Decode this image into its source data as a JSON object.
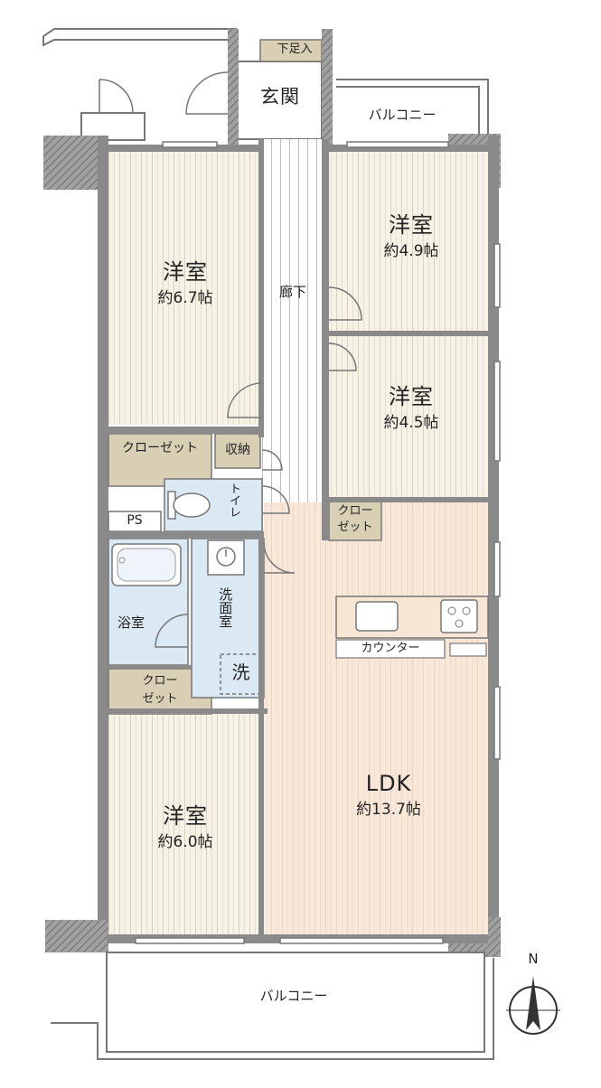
{
  "rooms": {
    "western_67": {
      "name": "洋室",
      "area": "約6.7帖"
    },
    "western_49": {
      "name": "洋室",
      "area": "約4.9帖"
    },
    "western_45": {
      "name": "洋室",
      "area": "約4.5帖"
    },
    "western_60": {
      "name": "洋室",
      "area": "約6.0帖"
    },
    "ldk": {
      "name": "LDK",
      "area": "約13.7帖"
    }
  },
  "labels": {
    "entrance": "玄関",
    "shoe_box": "下足入",
    "balcony_top": "バルコニー",
    "balcony_bottom": "バルコニー",
    "hallway": "廊下",
    "closet_main": "クローゼット",
    "storage": "収納",
    "toilet": "トイレ",
    "ps": "PS",
    "closet_small_1": "クロー",
    "closet_small_2": "ゼット",
    "bath": "浴室",
    "washroom": "洗面室",
    "laundry": "洗",
    "closet_lower_1": "クロー",
    "closet_lower_2": "ゼット",
    "counter": "カウンター",
    "north": "N"
  },
  "colors": {
    "wall": "#8a8a8a",
    "wall_hatch": "#6f6f6f",
    "wood_floor": "#f6f3e6",
    "wood_line": "#d8d3c0",
    "ldk_floor": "#f9e8d9",
    "ldk_line": "#ead5c2",
    "closet": "#d9cfb4",
    "wet_area": "#dbe9f4",
    "kitchen_counter": "#f7e6d4",
    "hallway_line": "#bdbdbd"
  }
}
